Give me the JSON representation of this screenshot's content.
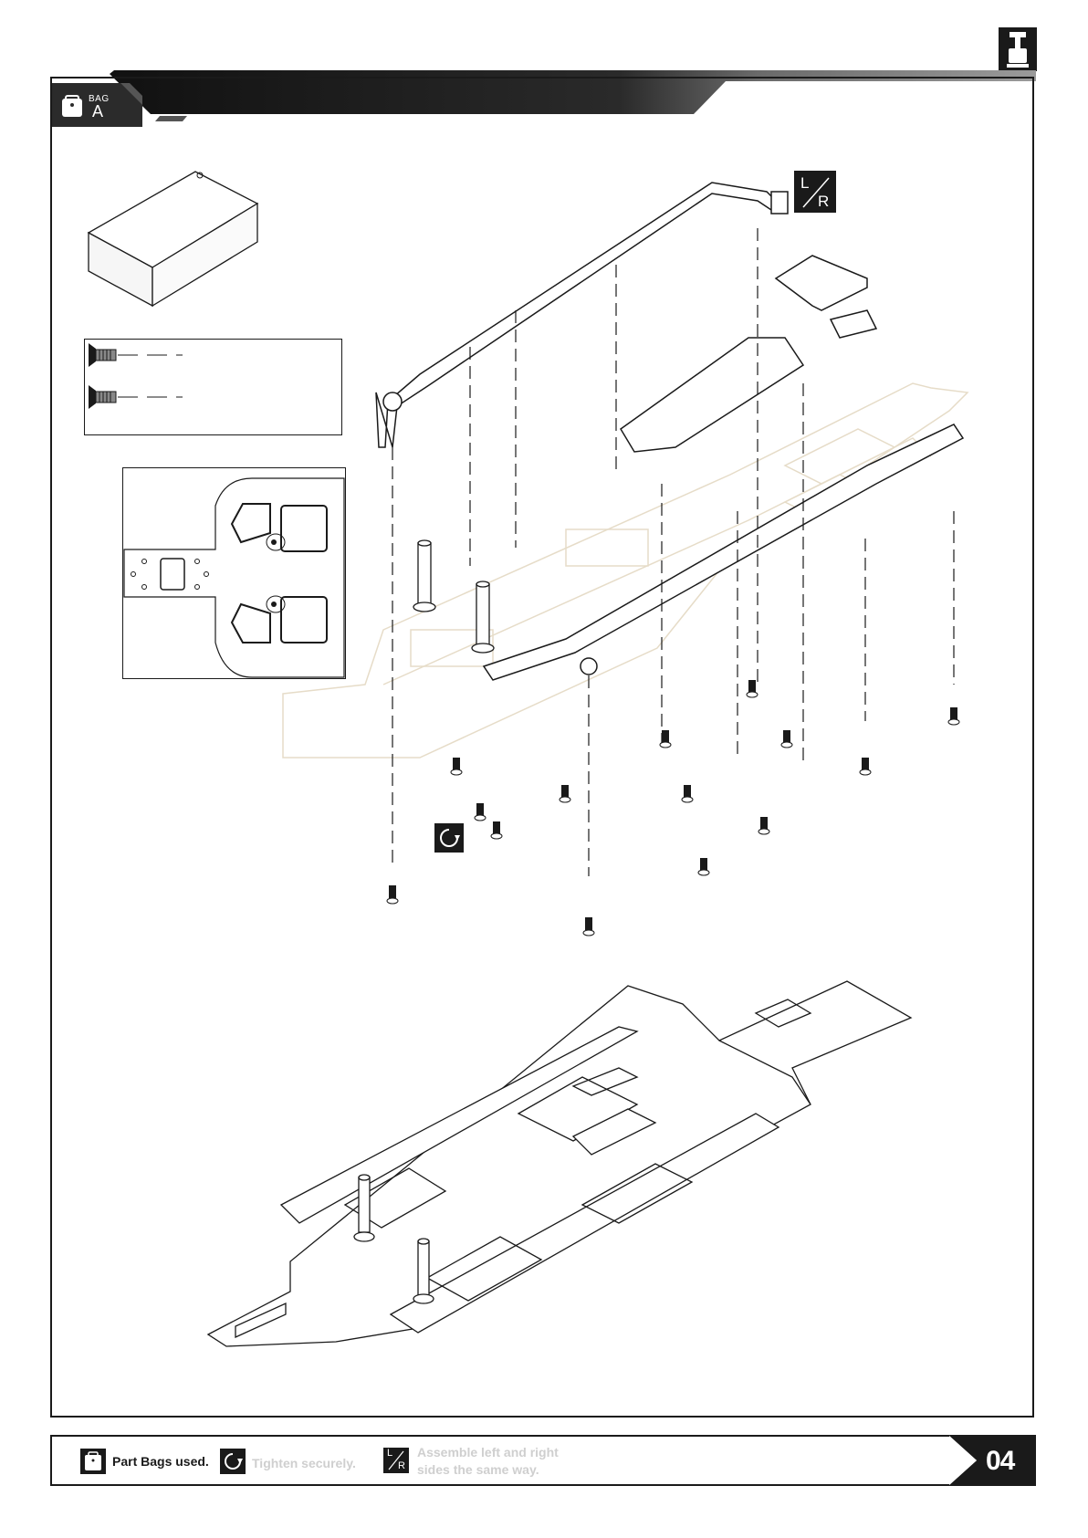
{
  "header": {
    "bag_word": "BAG",
    "bag_letter": "A"
  },
  "callouts": {
    "lr_left": "L",
    "lr_right": "R"
  },
  "footer": {
    "part_bags_label": "Part Bags used.",
    "tighten_label": "Tighten securely.",
    "assemble_line1": "Assemble left and right",
    "assemble_line2": "sides the same way.",
    "lr_left": "L",
    "lr_right": "R",
    "page_number": "04"
  },
  "icons": {
    "bag": "bag-icon",
    "tighten": "rotate-clockwise-icon",
    "left-right": "left-right-icon",
    "corner": "chassis-logo-icon"
  },
  "colors": {
    "ink": "#1a1a1a",
    "faint_part": "#e6dcc8",
    "header_dark": "#1a1a1a"
  }
}
